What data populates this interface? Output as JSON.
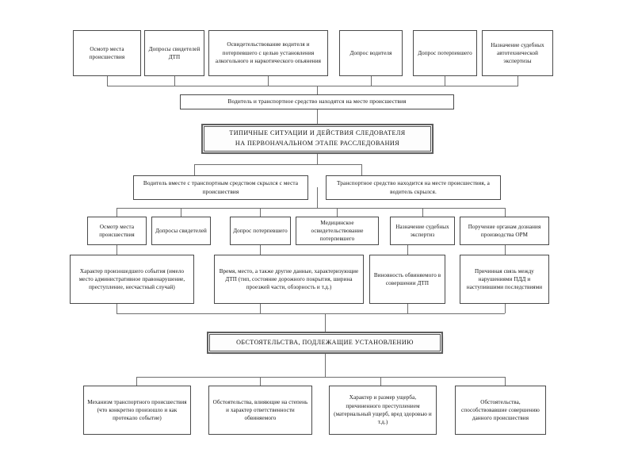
{
  "diagram": {
    "title_main": "ТИПИЧНЫЕ СИТУАЦИИ И ДЕЙСТВИЯ СЛЕДОВАТЕЛЯ НА ПЕРВОНАЧАЛЬНОМ ЭТАПЕ РАССЛЕДОВАНИЯ",
    "title_main_line1": "ТИПИЧНЫЕ СИТУАЦИИ И ДЕЙСТВИЯ СЛЕДОВАТЕЛЯ",
    "title_main_line2": "НА ПЕРВОНАЧАЛЬНОМ ЭТАПЕ РАССЛЕДОВАНИЯ",
    "title_second": "ОБСТОЯТЕЛЬСТВА, ПОДЛЕЖАЩИЕ УСТАНОВЛЕНИЮ",
    "row1": [
      {
        "label": "Осмотр места происшествия"
      },
      {
        "label": "Допросы свидетелей ДТП"
      },
      {
        "label": "Освидетельствование водителя и потерпевшего с целью установления алкогольного и наркотического опьянения"
      },
      {
        "label": "Допрос водителя"
      },
      {
        "label": "Допрос потерпевшего"
      },
      {
        "label": "Назначение судебных автотехнической экспертизы"
      }
    ],
    "row2": [
      {
        "label": "Водитель и транспортное средство находятся на месте происшествия"
      }
    ],
    "row3": [
      {
        "label": "Водитель вместе с транспортным средством скрылся с места происшествия"
      },
      {
        "label": "Транспортное средство находится на месте происшествия, а водитель скрылся."
      }
    ],
    "row4": [
      {
        "label": "Осмотр места происшествия"
      },
      {
        "label": "Допросы свидетелей"
      },
      {
        "label": "Допрос потерпевшего"
      },
      {
        "label": "Медицинское освидетельствование потерпевшего"
      },
      {
        "label": "Назначение судебных экспертиз"
      },
      {
        "label": "Поручение органам дознания производства ОРМ"
      }
    ],
    "row5": [
      {
        "label": "Характер произошедшего события (имело место административное правонарушение, преступление, несчастный случай)"
      },
      {
        "label": "Время, место, а также другие данные, характеризующие ДТП (тип, состояние дорожного покрытия, ширина проезжей части, обзорность и т.д.)"
      },
      {
        "label": "Виновность обвиняемого в совершении ДТП"
      },
      {
        "label": "Причинная связь между нарушениями ПДД и наступившими последствиями"
      }
    ],
    "row6": [
      {
        "label": "Механизм транспортного происшествия (что конкретно произошло и как протекало событие)"
      },
      {
        "label": "Обстоятельства, влияющие на степень и характер ответственности обвиняемого"
      },
      {
        "label": "Характер и размер ущерба, причиненного преступлением (материальный ущерб, вред здоровью и т.д.)"
      },
      {
        "label": "Обстоятельства, способствовавшие совершению данного происшествия"
      }
    ],
    "colors": {
      "box_border": "#4a4a4a",
      "connector": "#6e6e6e",
      "emphasis_border": "#5e5e5e",
      "background": "#ffffff",
      "text": "#111111"
    }
  }
}
